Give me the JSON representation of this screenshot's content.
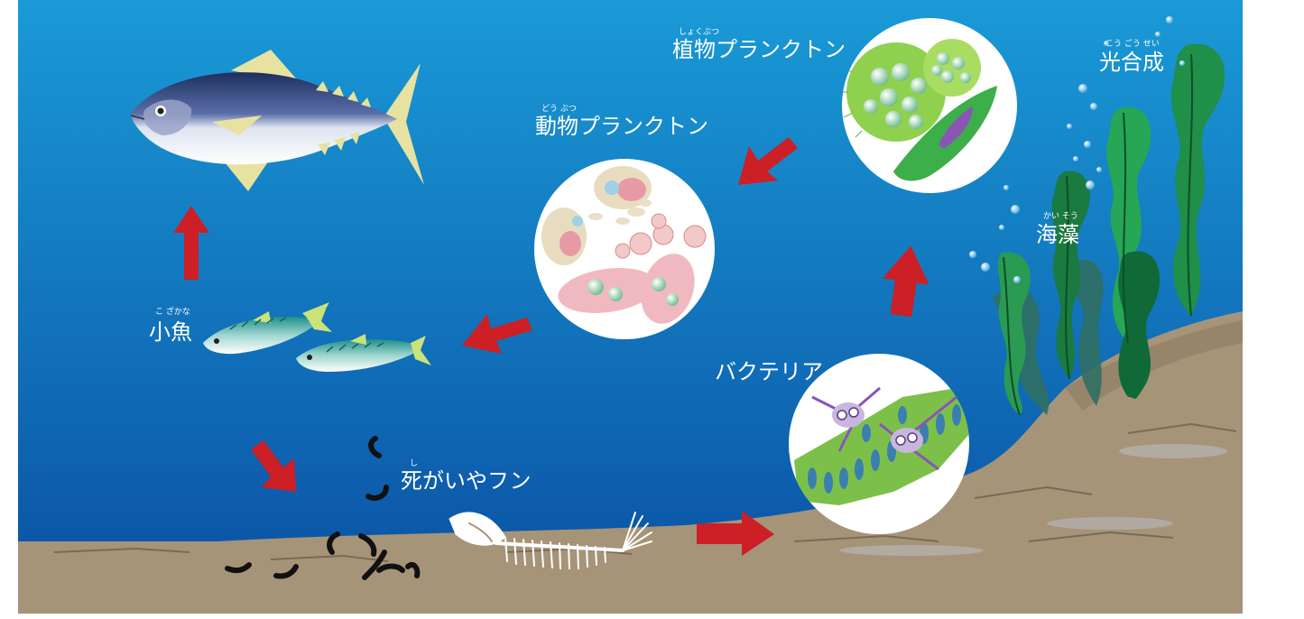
{
  "labels": {
    "tuna": "",
    "small_fish": "小魚",
    "small_fish_ruby": "こ ざかな",
    "zooplankton": "動物プランクトン",
    "zooplankton_ruby": "どう ぶつ",
    "phytoplankton": "植物プランクトン",
    "phytoplankton_ruby": "しょくぶつ",
    "photosynthesis": "光合成",
    "photosynthesis_ruby": "こう ごう せい",
    "seaweed": "海藻",
    "seaweed_ruby": "かい そう",
    "bacteria": "バクテリア",
    "detritus": "死がいやフン",
    "detritus_ruby": "し"
  },
  "colors": {
    "sea_top": "#1a9ad6",
    "sea_bottom": "#0a55a8",
    "seabed": "#a69479",
    "arrow": "#cc1f26",
    "label_text": "#ffffff"
  }
}
